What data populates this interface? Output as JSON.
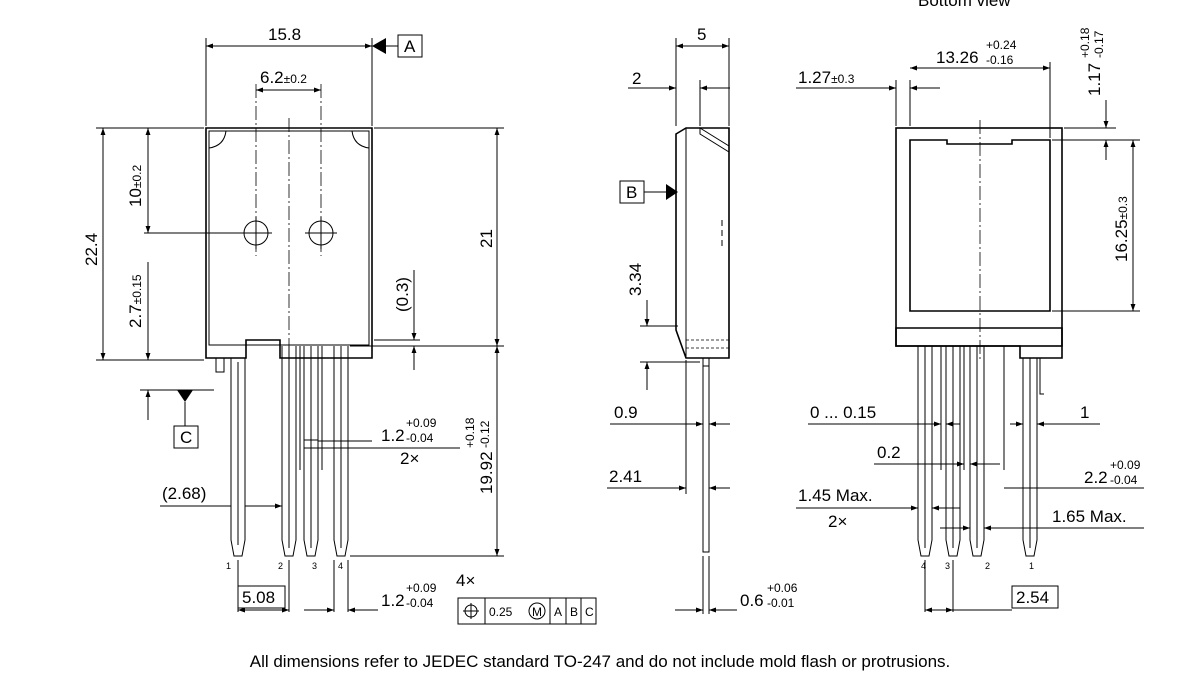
{
  "views": {
    "bottom_label": "Bottom view"
  },
  "datums": {
    "a": "A",
    "b": "B",
    "c": "C"
  },
  "front": {
    "width": "15.8",
    "hole_spacing": "6.2",
    "hole_spacing_tol": "±0.2",
    "height_total": "22.4",
    "hole_from_top": "10",
    "hole_from_top_tol": "±0.2",
    "base_offset": "2.7",
    "base_offset_tol": "±0.15",
    "body_height": "21",
    "step": "(0.3)",
    "lead_width": "1.2",
    "lead_width_tol_plus": "+0.09",
    "lead_width_tol_minus": "-0.04",
    "lead_width_count": "2×",
    "lead_length": "19.92",
    "lead_length_tol_plus": "+0.18",
    "lead_length_tol_minus": "-0.12",
    "lead_offset": "(2.68)",
    "pitch": "5.08",
    "lead_width_bottom": "1.2",
    "lead_width_bottom_tol_plus": "+0.09",
    "lead_width_bottom_tol_minus": "-0.04",
    "pin_labels": [
      "1",
      "2",
      "3",
      "4"
    ]
  },
  "tolerance_frame": {
    "count": "4×",
    "value": "0.25",
    "modifier": "M",
    "refs": [
      "A",
      "B",
      "C"
    ]
  },
  "side": {
    "thickness": "5",
    "tab_thickness": "2",
    "height": "3.34",
    "lead_offset": "0.9",
    "lead_bend": "2.41",
    "lead_thickness": "0.6",
    "lead_thickness_tol_plus": "+0.06",
    "lead_thickness_tol_minus": "-0.01"
  },
  "bottom": {
    "edge": "1.27",
    "edge_tol": "±0.3",
    "pad_width": "13.26",
    "pad_width_tol_plus": "+0.24",
    "pad_width_tol_minus": "-0.16",
    "top_gap": "1.17",
    "top_gap_tol_plus": "+0.18",
    "top_gap_tol_minus": "-0.17",
    "pad_height": "16.25",
    "pad_height_tol": "±0.3",
    "range": "0 ... 0.15",
    "small_gap": "0.2",
    "lead_right": "1",
    "lead_right2": "2.2",
    "lead_right2_tol_plus": "+0.09",
    "lead_right2_tol_minus": "-0.04",
    "max1": "1.45 Max.",
    "max1_count": "2×",
    "max2": "1.65 Max.",
    "pitch": "2.54",
    "pin_labels": [
      "4",
      "3",
      "2",
      "1"
    ]
  },
  "footnote": "All dimensions refer to JEDEC standard TO-247 and  do not include mold flash or protrusions."
}
